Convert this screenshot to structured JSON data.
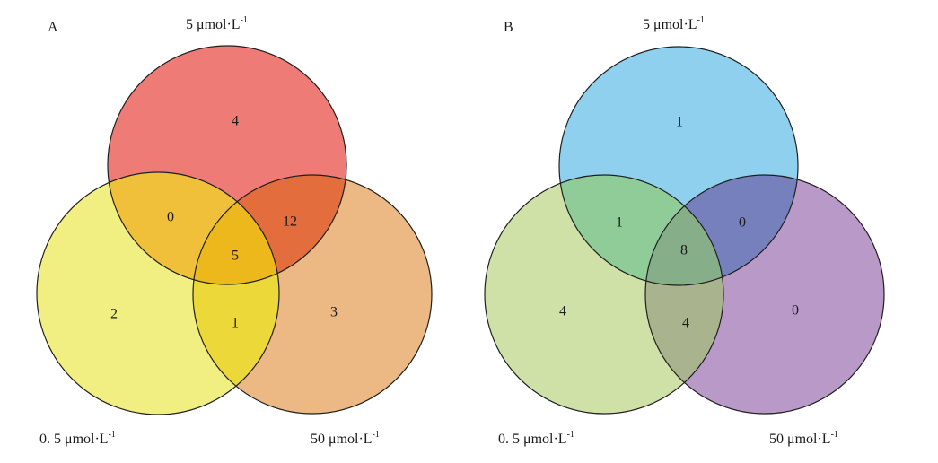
{
  "diagrams": [
    {
      "letter": "A",
      "sets": [
        {
          "label": "5 μmol·L",
          "sup": "-1",
          "color": "#ee7b76"
        },
        {
          "label": "0. 5 μmol·L",
          "sup": "-1",
          "color": "#f2ef82"
        },
        {
          "label": "50 μmol·L",
          "sup": "-1",
          "color": "#ecb883"
        }
      ],
      "regions": {
        "top_only": "4",
        "top_left": "0",
        "top_right": "12",
        "center": "5",
        "left_only": "2",
        "left_right": "1",
        "right_only": "3"
      },
      "overlap_colors": {
        "top_left": "#f1c03b",
        "top_right": "#e36d3c",
        "center": "#ecb81c",
        "left_right": "#ecd838"
      }
    },
    {
      "letter": "B",
      "sets": [
        {
          "label": "5 μmol·L",
          "sup": "-1",
          "color": "#8fd0ee"
        },
        {
          "label": "0. 5 μmol·L",
          "sup": "-1",
          "color": "#d0e1a8"
        },
        {
          "label": "50 μmol·L",
          "sup": "-1",
          "color": "#b999c8"
        }
      ],
      "regions": {
        "top_only": "1",
        "top_left": "1",
        "top_right": "0",
        "center": "8",
        "left_only": "4",
        "left_right": "4",
        "right_only": "0"
      },
      "overlap_colors": {
        "top_left": "#90cc98",
        "top_right": "#7580bc",
        "center": "#86ae89",
        "left_right": "#a9b48e"
      }
    }
  ]
}
